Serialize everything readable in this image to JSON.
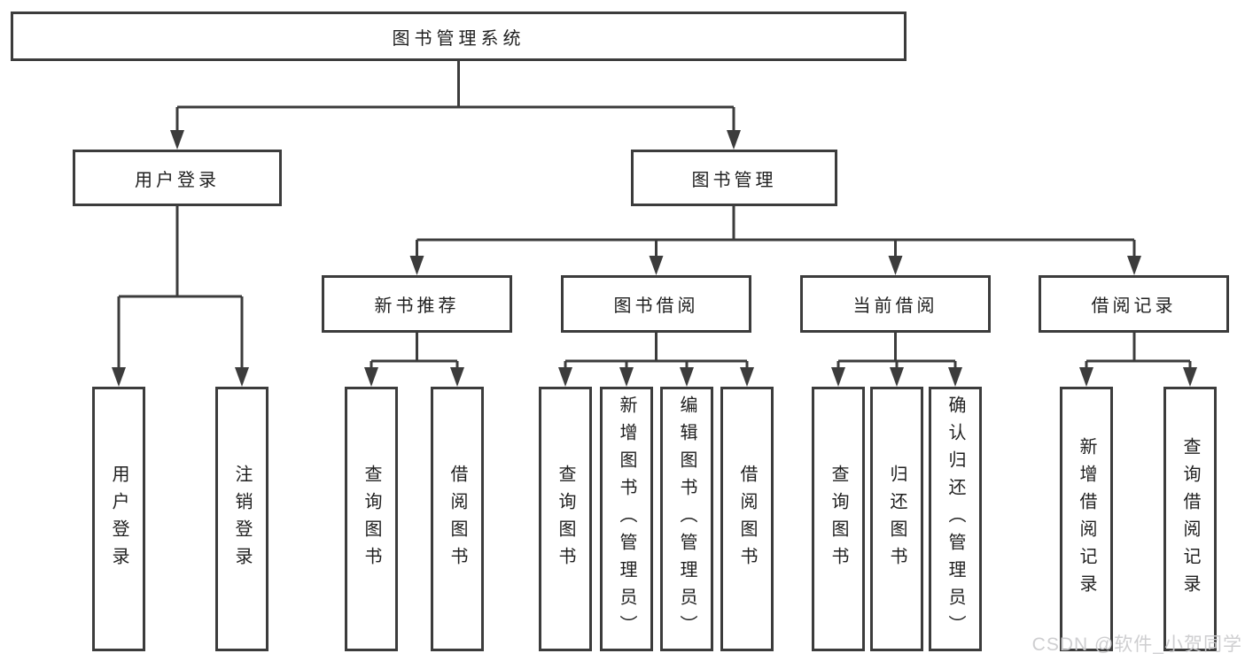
{
  "tree": {
    "root": "图书管理系统",
    "branches": [
      {
        "label": "用户登录",
        "leaves": [
          "用户登录",
          "注销登录"
        ]
      },
      {
        "label": "图书管理",
        "sections": [
          {
            "label": "新书推荐",
            "leaves": [
              "查询图书",
              "借阅图书"
            ]
          },
          {
            "label": "图书借阅",
            "leaves": [
              "查询图书",
              "新增图书（管理员）",
              "编辑图书（管理员）",
              "借阅图书"
            ]
          },
          {
            "label": "当前借阅",
            "leaves": [
              "查询图书",
              "归还图书",
              "确认归还（管理员）"
            ]
          },
          {
            "label": "借阅记录",
            "leaves": [
              "新增借阅记录",
              "查询借阅记录"
            ]
          }
        ]
      }
    ]
  },
  "watermark": "CSDN @软件_小贺同学",
  "colors": {
    "line": "#3c3c3c",
    "text": "#1f1f1f",
    "box_background": "#ffffff",
    "watermark": "#cbcbcd"
  }
}
